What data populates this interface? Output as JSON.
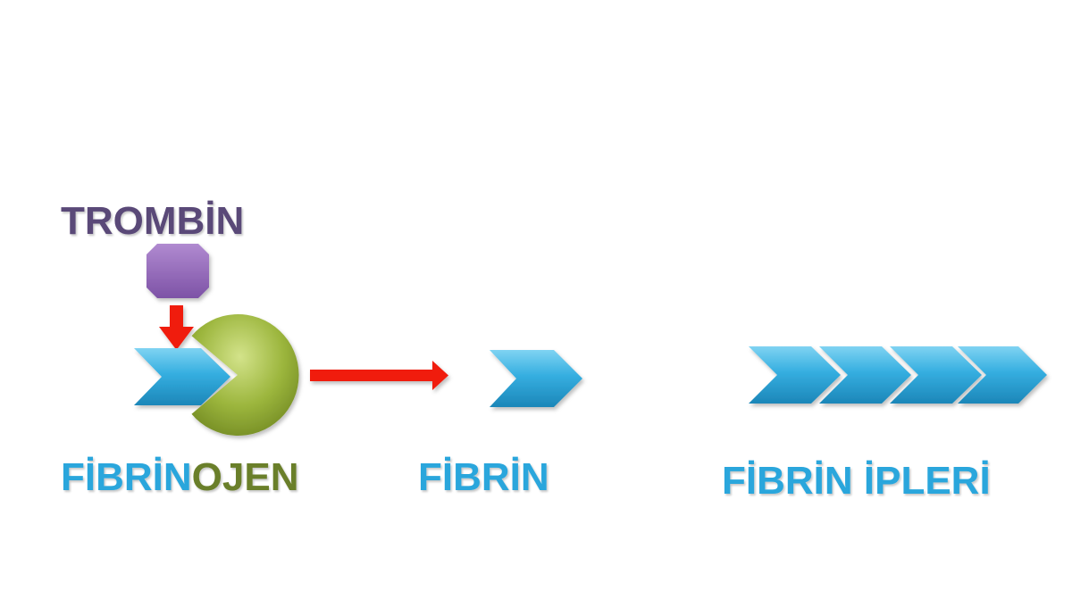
{
  "trombin_label": "TROMBİN",
  "fibrinojen_label": {
    "part1": "FİBRİN",
    "part2": "OJEN"
  },
  "fibrin_label": "FİBRİN",
  "fibrin_ipleri_label": "FİBRİN İPLERİ",
  "colors": {
    "trombin_text": "#5a4a78",
    "trombin_shape": "#9266b8",
    "fibrin_text": "#2aa6dc",
    "fibrinojen_green_text": "#6b7f2a",
    "chevron_fill": "#2fa4d6",
    "pacman_fill": "#9bb53c",
    "arrow_red": "#f01e10"
  },
  "icons": {
    "trombin": "octagon-icon",
    "fibrinojen_cleaver": "pacman-icon",
    "fibrin_monomer": "chevron-icon"
  }
}
